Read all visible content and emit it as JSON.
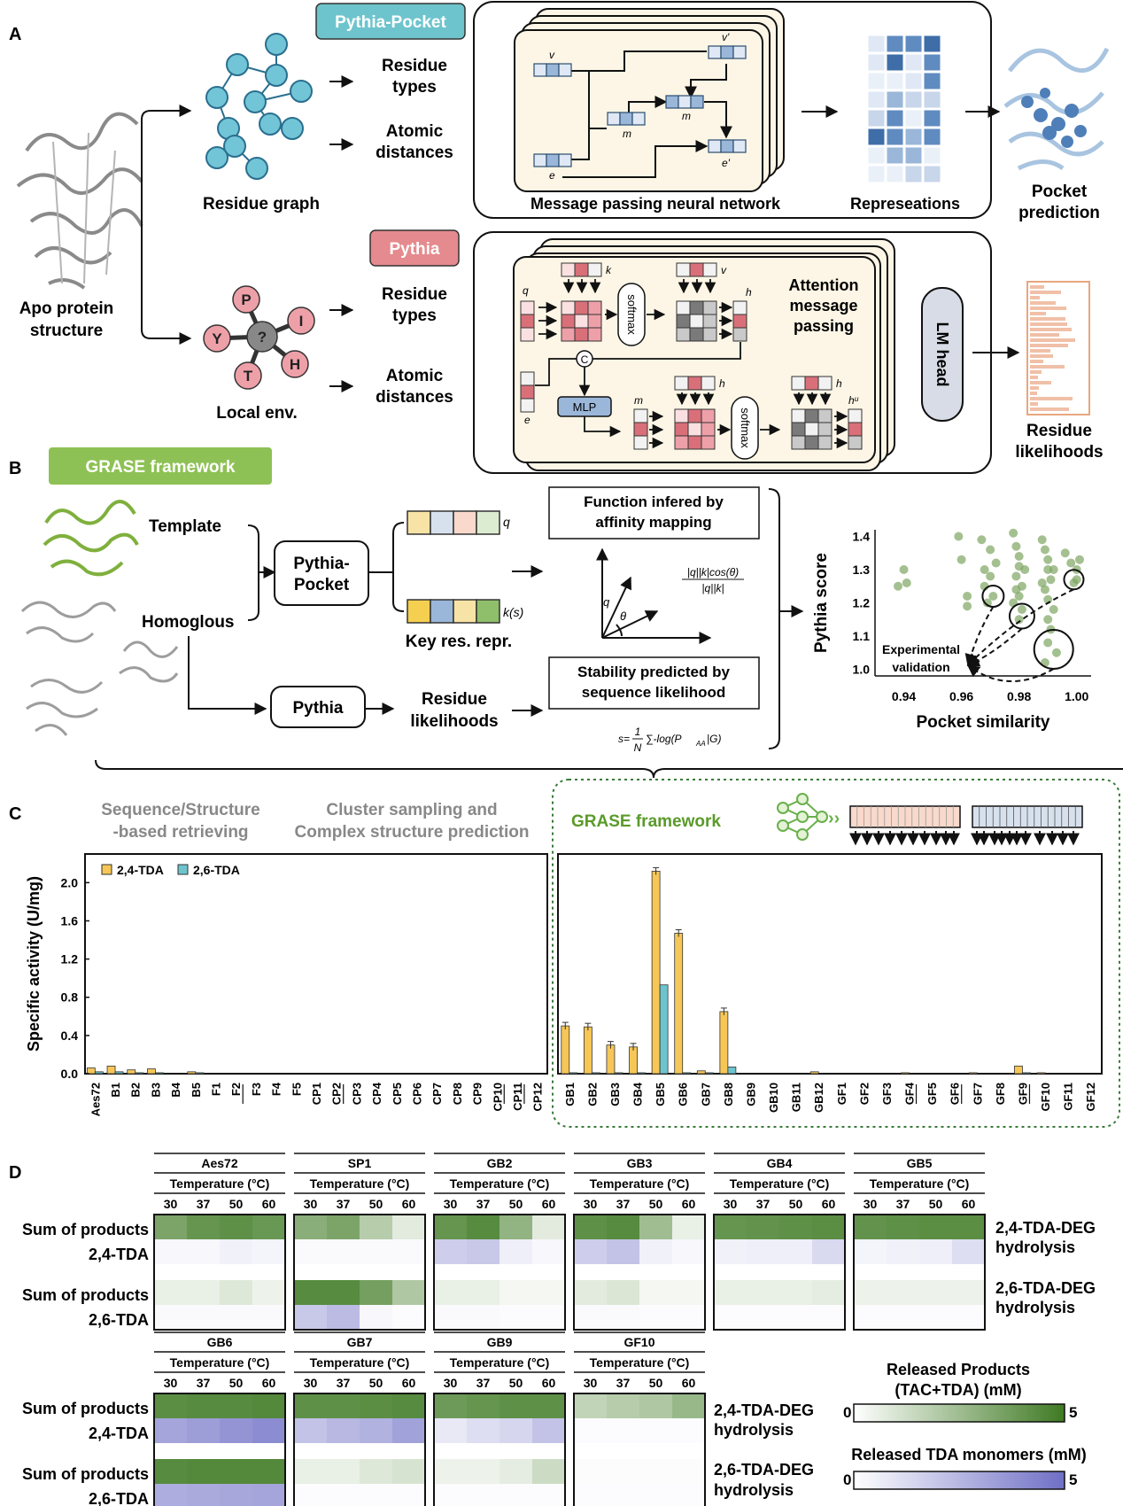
{
  "panels": {
    "a": "A",
    "b": "B",
    "c": "C",
    "d": "D"
  },
  "panel_a": {
    "apo_label_1": "Apo protein",
    "apo_label_2": "structure",
    "residue_graph": "Residue graph",
    "local_env": "Local env.",
    "local_env_nodes": [
      "P",
      "I",
      "Y",
      "?",
      "H",
      "T"
    ],
    "pythia_pocket_tag": "Pythia-Pocket",
    "pythia_tag": "Pythia",
    "residue_types_1": "Residue",
    "residue_types_2": "types",
    "atomic_dist_1": "Atomic",
    "atomic_dist_2": "distances",
    "mpnn_label": "Message passing neural network",
    "repr_label": "Represeations",
    "pocket_pred_1": "Pocket",
    "pocket_pred_2": "prediction",
    "attn_1": "Attention",
    "attn_2": "message",
    "attn_3": "passing",
    "lm_head": "LM head",
    "res_lik_1": "Residue",
    "res_lik_2": "likelihoods",
    "sym_v": "v",
    "sym_vp": "v'",
    "sym_e": "e",
    "sym_ep": "e'",
    "sym_m": "m",
    "sym_q": "q",
    "sym_k": "k",
    "sym_h": "h",
    "sym_hu": "hᵘ",
    "sym_c": "C",
    "softmax": "softmax",
    "mlp": "MLP"
  },
  "panel_b": {
    "tag": "GRASE framework",
    "template": "Template",
    "homologous": "Homoglous",
    "pythia_pocket_1": "Pythia-",
    "pythia_pocket_2": "Pocket",
    "pythia": "Pythia",
    "key_res": "Key res. repr.",
    "q": "q",
    "ks": "k(s)",
    "func_1": "Function infered by",
    "func_2": "affinity mapping",
    "stab_1": "Stability predicted by",
    "stab_2": "sequence likelihood",
    "res_lik_1": "Residue",
    "res_lik_2": "likelihoods",
    "cos_num": "|q||k|cos(θ)",
    "cos_den": "|q||k|",
    "formula_lhs": "s=",
    "formula_frac_num": "1",
    "formula_frac_den": "N",
    "formula_rhs": "∑-log(P",
    "formula_sub": "AA",
    "formula_end": "|G)",
    "theta": "θ",
    "exp_val_1": "Experimental",
    "exp_val_2": "validation"
  },
  "scatter": {
    "type": "scatter",
    "xlabel": "Pocket similarity",
    "ylabel": "Pythia score",
    "xlim": [
      0.93,
      1.005
    ],
    "ylim": [
      0.98,
      1.42
    ],
    "xticks": [
      "0.94",
      "0.96",
      "0.98",
      "1.00"
    ],
    "yticks": [
      "1.0",
      "1.1",
      "1.2",
      "1.3",
      "1.4"
    ],
    "color": "#7ea561",
    "points": [
      [
        0.938,
        1.25
      ],
      [
        0.94,
        1.3
      ],
      [
        0.941,
        1.26
      ],
      [
        0.959,
        1.4
      ],
      [
        0.962,
        1.22
      ],
      [
        0.962,
        1.19
      ],
      [
        0.96,
        1.33
      ],
      [
        0.967,
        1.39
      ],
      [
        0.968,
        1.3
      ],
      [
        0.97,
        1.36
      ],
      [
        0.968,
        1.25
      ],
      [
        0.971,
        1.22
      ],
      [
        0.969,
        1.2
      ],
      [
        0.972,
        1.32
      ],
      [
        0.97,
        1.28
      ],
      [
        0.978,
        1.41
      ],
      [
        0.979,
        1.37
      ],
      [
        0.98,
        1.34
      ],
      [
        0.98,
        1.31
      ],
      [
        0.979,
        1.28
      ],
      [
        0.981,
        1.25
      ],
      [
        0.98,
        1.22
      ],
      [
        0.978,
        1.2
      ],
      [
        0.981,
        1.18
      ],
      [
        0.98,
        1.15
      ],
      [
        0.982,
        1.3
      ],
      [
        0.979,
        1.24
      ],
      [
        0.988,
        1.39
      ],
      [
        0.989,
        1.36
      ],
      [
        0.99,
        1.33
      ],
      [
        0.99,
        1.3
      ],
      [
        0.991,
        1.27
      ],
      [
        0.989,
        1.24
      ],
      [
        0.99,
        1.21
      ],
      [
        0.992,
        1.18
      ],
      [
        0.99,
        1.15
      ],
      [
        0.991,
        1.12
      ],
      [
        0.99,
        1.08
      ],
      [
        0.993,
        1.05
      ],
      [
        0.989,
        1.02
      ],
      [
        0.992,
        1.3
      ],
      [
        0.988,
        1.26
      ],
      [
        0.996,
        1.35
      ],
      [
        0.998,
        1.32
      ],
      [
        1.0,
        1.3
      ],
      [
        0.999,
        1.26
      ],
      [
        1.001,
        1.33
      ],
      [
        1.0,
        1.27
      ]
    ],
    "circles": [
      [
        0.971,
        1.22
      ],
      [
        0.981,
        1.16
      ],
      [
        0.992,
        1.06
      ],
      [
        0.999,
        1.27
      ]
    ]
  },
  "panel_c": {
    "header_1a": "Sequence/Structure",
    "header_1b": "-based retrieving",
    "header_2a": "Cluster sampling and",
    "header_2b": "Complex structure prediction",
    "grase_label": "GRASE framework",
    "ylabel": "Specific activity (U/mg)",
    "legend": [
      "2,4-TDA",
      "2,6-TDA"
    ],
    "colors": {
      "tda24": "#f6c757",
      "tda26": "#6ec4cd"
    }
  },
  "chart_data": {
    "type": "bar",
    "ylabel": "Specific activity (U/mg)",
    "ylim": [
      0,
      2.3
    ],
    "yticks": [
      "0.0",
      "0.4",
      "0.8",
      "1.2",
      "1.6",
      "2.0"
    ],
    "panels": [
      {
        "categories": [
          "Aes72",
          "B1",
          "B2",
          "B3",
          "B4",
          "B5",
          "F1",
          "F2",
          "F3",
          "F4",
          "F5",
          "CP1",
          "CP2",
          "CP3",
          "CP4",
          "CP5",
          "CP6",
          "CP7",
          "CP8",
          "CP9",
          "CP10",
          "CP11",
          "CP12"
        ],
        "underlined": [
          "F2",
          "CP2",
          "CP10",
          "CP11"
        ],
        "series": [
          {
            "name": "2,4-TDA",
            "values": [
              0.06,
              0.08,
              0.04,
              0.05,
              0.0,
              0.02,
              0,
              0,
              0,
              0,
              0,
              0,
              0,
              0,
              0,
              0,
              0,
              0,
              0,
              0,
              0,
              0,
              0
            ]
          },
          {
            "name": "2,6-TDA",
            "values": [
              0.02,
              0.02,
              0.01,
              0.01,
              0,
              0.01,
              0,
              0,
              0,
              0,
              0,
              0,
              0,
              0,
              0,
              0,
              0,
              0,
              0,
              0,
              0,
              0,
              0
            ]
          }
        ]
      },
      {
        "categories": [
          "GB1",
          "GB2",
          "GB3",
          "GB4",
          "GB5",
          "GB6",
          "GB7",
          "GB8",
          "GB9",
          "GB10",
          "GB11",
          "GB12",
          "GF1",
          "GF2",
          "GF3",
          "GF4",
          "GF5",
          "GF6",
          "GF7",
          "GF8",
          "GF9",
          "GF10",
          "GF11",
          "GF12"
        ],
        "underlined": [
          "GF4",
          "GF6",
          "GF9"
        ],
        "series": [
          {
            "name": "2,4-TDA",
            "values": [
              0.5,
              0.49,
              0.3,
              0.28,
              2.12,
              1.47,
              0.03,
              0.65,
              0,
              0,
              0,
              0.02,
              0,
              0,
              0,
              0.01,
              0,
              0,
              0.01,
              0,
              0.08,
              0.01,
              0,
              0
            ]
          },
          {
            "name": "2,6-TDA",
            "values": [
              0.01,
              0.01,
              0.01,
              0.01,
              0.93,
              0.01,
              0.01,
              0.07,
              0,
              0,
              0,
              0,
              0,
              0,
              0,
              0,
              0,
              0,
              0,
              0,
              0.01,
              0,
              0,
              0
            ]
          }
        ]
      }
    ]
  },
  "panel_d": {
    "temperature_label": "Temperature (°C)",
    "temps": [
      "30",
      "37",
      "50",
      "60"
    ],
    "row_sum": "Sum of products",
    "row_24": "2,4-TDA",
    "row_26": "2,6-TDA",
    "side_24_1": "2,4-TDA-DEG",
    "side_24_2": "hydrolysis",
    "side_26_1": "2,6-TDA-DEG",
    "side_26_2": "hydrolysis",
    "legend_green_1": "Released Products",
    "legend_green_2": "(TAC+TDA) (mM)",
    "legend_purple": "Released TDA monomers (mM)",
    "legend_min": "0",
    "legend_max": "5",
    "green_color": "#3f7a23",
    "purple_color": "#6f6fc6",
    "row1": [
      {
        "name": "Aes72",
        "sum24": [
          3.6,
          4.2,
          4.4,
          4.1
        ],
        "t24": [
          0.3,
          0.3,
          0.5,
          0.4
        ],
        "sum26": [
          0.6,
          0.6,
          0.9,
          0.5
        ],
        "t26": [
          0.2,
          0.2,
          0.2,
          0.2
        ]
      },
      {
        "name": "SP1",
        "sum24": [
          3.2,
          3.6,
          2.0,
          0.8
        ],
        "t24": [
          0.2,
          0.2,
          0.2,
          0.2
        ],
        "sum26": [
          4.6,
          4.6,
          3.8,
          2.2
        ],
        "t26": [
          2.0,
          2.5,
          0.3,
          0.1
        ]
      },
      {
        "name": "GB2",
        "sum24": [
          4.2,
          4.6,
          3.0,
          0.8
        ],
        "t24": [
          1.8,
          2.0,
          0.6,
          0.3
        ],
        "sum26": [
          0.6,
          0.6,
          0.3,
          0.3
        ],
        "t26": [
          0.2,
          0.2,
          0.1,
          0.1
        ]
      },
      {
        "name": "GB3",
        "sum24": [
          4.4,
          4.6,
          2.6,
          0.6
        ],
        "t24": [
          1.8,
          2.2,
          0.5,
          0.3
        ],
        "sum26": [
          0.8,
          1.0,
          0.3,
          0.3
        ],
        "t26": [
          0.2,
          0.2,
          0.1,
          0.1
        ]
      },
      {
        "name": "GB4",
        "sum24": [
          4.2,
          4.3,
          4.4,
          4.5
        ],
        "t24": [
          0.5,
          0.6,
          0.6,
          1.4
        ],
        "sum26": [
          0.6,
          0.6,
          0.6,
          0.7
        ],
        "t26": [
          0.1,
          0.1,
          0.1,
          0.1
        ]
      },
      {
        "name": "GB5",
        "sum24": [
          4.3,
          4.4,
          4.5,
          4.5
        ],
        "t24": [
          0.4,
          0.5,
          0.6,
          1.2
        ],
        "sum26": [
          0.5,
          0.5,
          0.5,
          0.5
        ],
        "t26": [
          0.1,
          0.1,
          0.1,
          0.1
        ]
      }
    ],
    "row2": [
      {
        "name": "GB6",
        "sum24": [
          4.5,
          4.6,
          4.6,
          4.7
        ],
        "t24": [
          3.3,
          3.6,
          3.9,
          4.2
        ],
        "sum26": [
          4.6,
          4.7,
          4.7,
          4.7
        ],
        "t26": [
          3.0,
          3.1,
          3.2,
          3.3
        ]
      },
      {
        "name": "GB7",
        "sum24": [
          4.4,
          4.4,
          4.5,
          4.6
        ],
        "t24": [
          2.2,
          2.6,
          2.8,
          3.4
        ],
        "sum26": [
          0.6,
          0.6,
          0.9,
          1.1
        ],
        "t26": [
          0.1,
          0.1,
          0.1,
          0.1
        ]
      },
      {
        "name": "GB9",
        "sum24": [
          4.0,
          4.2,
          4.4,
          4.4
        ],
        "t24": [
          0.8,
          1.2,
          1.5,
          2.2
        ],
        "sum26": [
          0.5,
          0.5,
          0.7,
          1.4
        ],
        "t26": [
          0.1,
          0.1,
          0.1,
          0.1
        ]
      },
      {
        "name": "GF10",
        "sum24": [
          1.7,
          2.0,
          2.2,
          2.8
        ],
        "t24": [
          0.1,
          0.1,
          0.1,
          0.1
        ],
        "sum26": [
          0.1,
          0.1,
          0.1,
          0.1
        ],
        "t26": [
          0.1,
          0.1,
          0.1,
          0.1
        ]
      }
    ]
  }
}
